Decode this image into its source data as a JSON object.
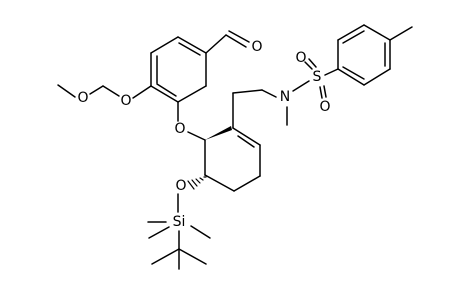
{
  "structure": {
    "atoms": {
      "o_aldehyde": "O",
      "o_methoxy": "O",
      "o_mom_ether": "O",
      "o_aryl_ether": "O",
      "o_silyl_ether": "O",
      "si": "Si",
      "n": "N",
      "s": "S",
      "o_sulfonyl_top": "O",
      "o_sulfonyl_bottom": "O"
    }
  }
}
